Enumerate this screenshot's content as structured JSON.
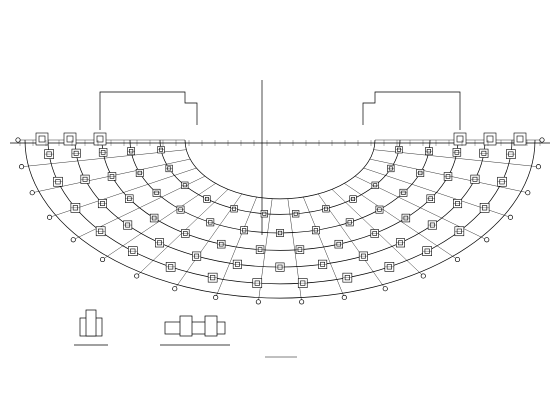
{
  "drawing": {
    "title": "",
    "scale_note": "",
    "ink_color": "#000000",
    "background": "#ffffff",
    "rings": 5,
    "columns_per_ring": [
      20,
      18,
      16,
      14,
      12
    ]
  }
}
